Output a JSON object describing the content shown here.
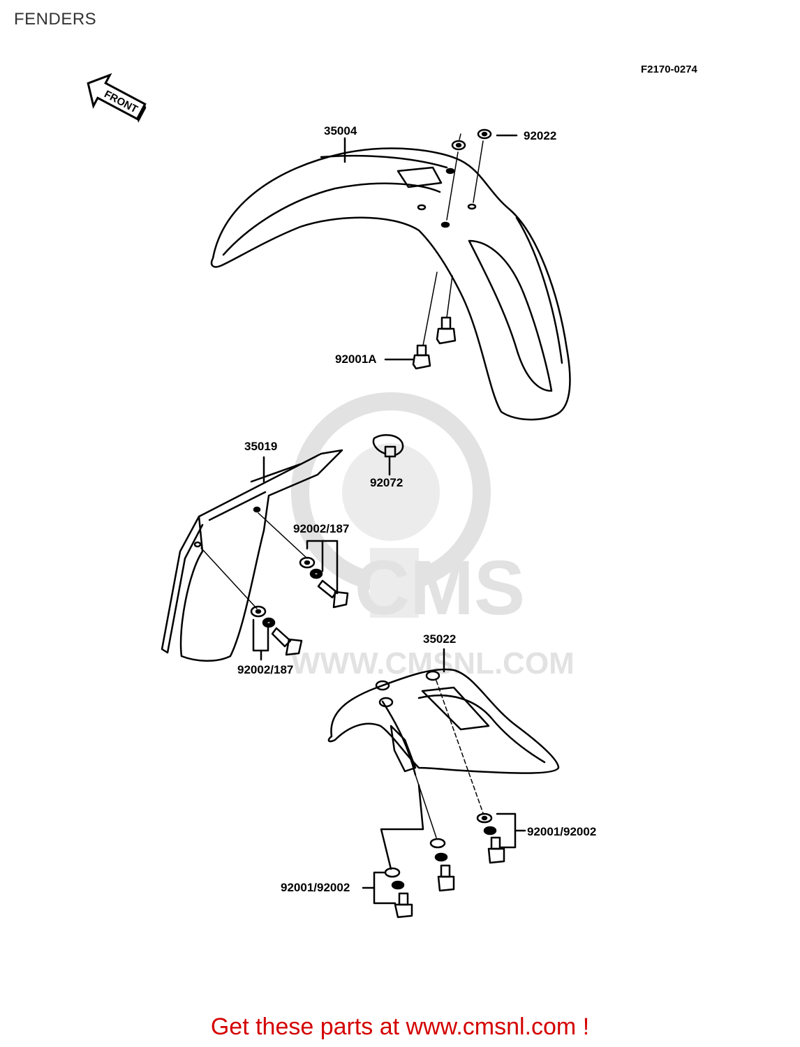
{
  "page": {
    "title": "FENDERS"
  },
  "diagram": {
    "code": "F2170-0274",
    "front_label": "FRONT",
    "parts": [
      {
        "id": "p35004",
        "label": "35004"
      },
      {
        "id": "p92022",
        "label": "92022"
      },
      {
        "id": "p92001a",
        "label": "92001A"
      },
      {
        "id": "p35019",
        "label": "35019"
      },
      {
        "id": "p92072",
        "label": "92072"
      },
      {
        "id": "p92002_187_top",
        "label": "92002/187"
      },
      {
        "id": "p92002_187_bottom",
        "label": "92002/187"
      },
      {
        "id": "p35022",
        "label": "35022"
      },
      {
        "id": "p92001_92002_right",
        "label": "92001/92002"
      },
      {
        "id": "p92001_92002_left",
        "label": "92001/92002"
      }
    ]
  },
  "watermark": {
    "brand": "CMS",
    "url": "WWW.CMSNL.COM"
  },
  "footer": {
    "cta": "Get these parts at www.cmsnl.com !"
  },
  "colors": {
    "cta": "#d40000",
    "watermark": "#e2e2e2",
    "line": "#000000"
  }
}
